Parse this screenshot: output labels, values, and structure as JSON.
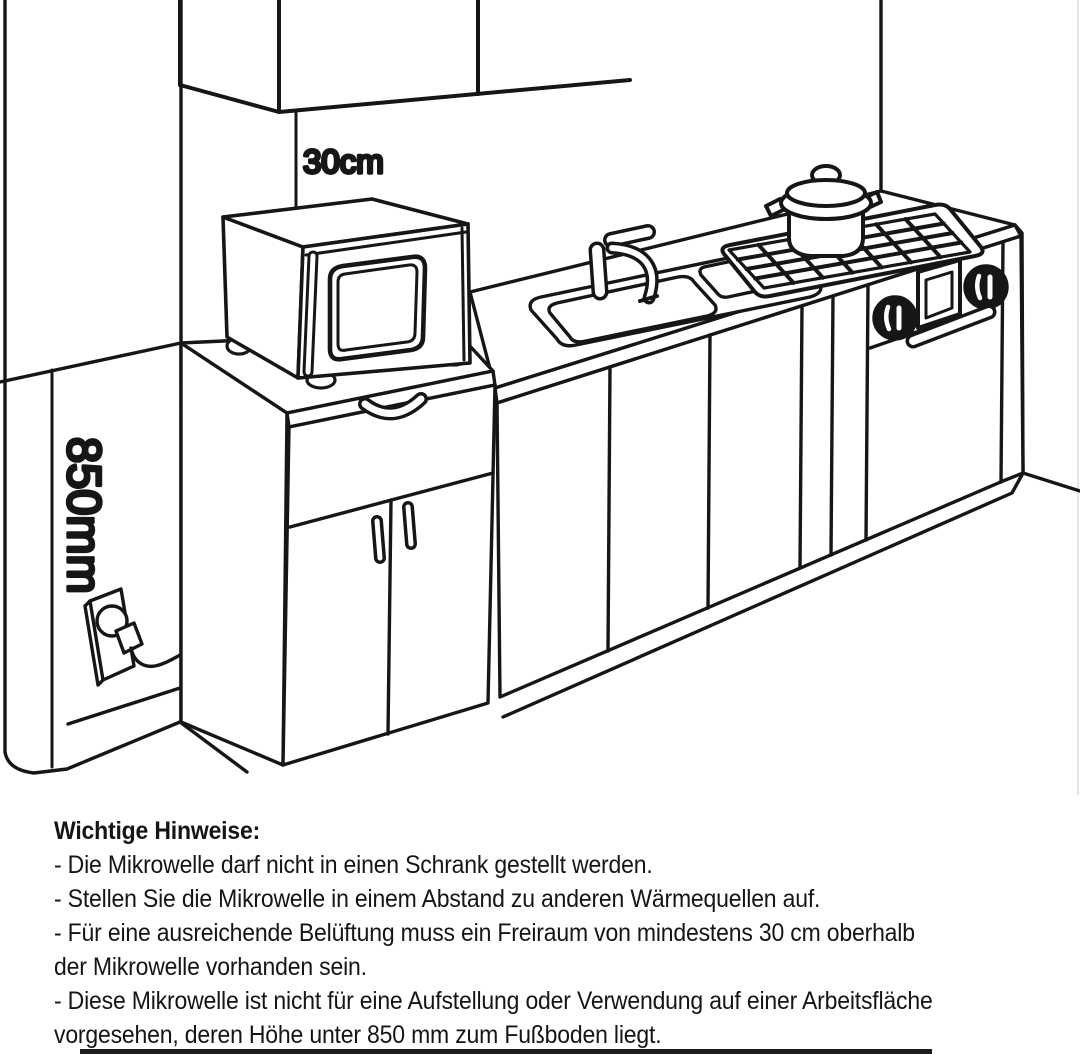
{
  "diagram": {
    "clearance_label": "30cm",
    "height_label": "850mm",
    "line_color": "#161616"
  },
  "notes": {
    "heading": "Wichtige Hinweise:",
    "lines": [
      "- Die Mikrowelle darf nicht in einen Schrank gestellt werden.",
      "- Stellen Sie die Mikrowelle in einem Abstand zu anderen Wärmequellen auf.",
      "- Für eine ausreichende Belüftung muss ein Freiraum von mindestens 30 cm oberhalb",
      "der Mikrowelle vorhanden sein.",
      "- Diese Mikrowelle ist nicht für eine Aufstellung oder Verwendung auf einer Arbeitsfläche",
      "vorgesehen, deren Höhe unter 850 mm zum Fußboden liegt."
    ]
  }
}
